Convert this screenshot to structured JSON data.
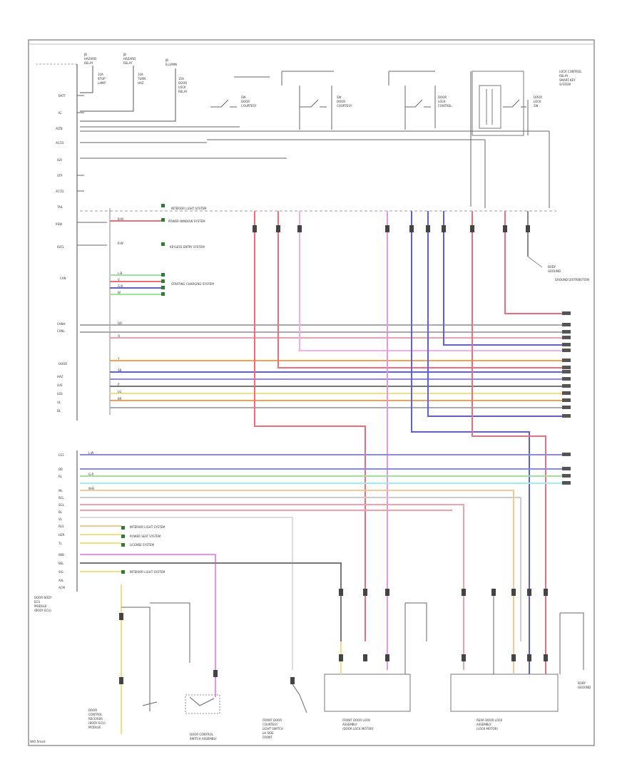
{
  "corner_label": "W/O Smart",
  "top_connectors": [
    {
      "lines": [
        "JB",
        "HAZARD",
        "RELAY"
      ]
    },
    {
      "lines": [
        "JB",
        "HAZARD",
        "RELAY"
      ]
    },
    {
      "lines": [
        "JB",
        "ILLUMIN"
      ]
    }
  ],
  "fuse_labels": [
    {
      "lines": [
        "10A",
        "STOP",
        "LAMP"
      ]
    },
    {
      "lines": [
        "10A",
        "TURN",
        "HAZ"
      ]
    },
    {
      "lines": [
        "15A",
        "DOOR",
        "LOCK",
        "RELAY"
      ]
    }
  ],
  "switch_labels": [
    {
      "lines": [
        "SW",
        "DOOR",
        "COURTESY"
      ]
    },
    {
      "lines": [
        "SW",
        "DOOR",
        "COURTESY"
      ]
    },
    {
      "lines": [
        "DOOR",
        "LOCK",
        "CONTROL"
      ]
    },
    {
      "lines": [
        "DOOR",
        "LOCK",
        "SW"
      ]
    }
  ],
  "top_right_label": [
    "LOCK CONTROL",
    "RELAY",
    "SMART KEY",
    "SYSTEM"
  ],
  "left_pins": [
    "BATT",
    "IG",
    "ALTB",
    "ACCD",
    "IGR",
    "STP",
    "ACCD",
    "TAIL",
    "KSW",
    "IGR1",
    "CAN",
    "CANH",
    "CANL",
    "DOOR",
    "HAZ",
    "LUS",
    "LDS",
    "UL",
    "DL"
  ],
  "left_pins_lower": [
    "LG1",
    "DR",
    "RL",
    "ML",
    "RCL",
    "SGL",
    "BL",
    "VL",
    "RLS",
    "HZR",
    "TL",
    "WIB",
    "BEL",
    "SIG",
    "AVL",
    "ACM"
  ],
  "system_notes": [
    "INTERIOR LIGHT SYSTEM",
    "POWER WINDOW SYSTEM",
    "KEYLESS ENTRY SYSTEM",
    "STARTING CHARGING SYSTEM",
    "INTERIOR LIGHT SYSTEM",
    "POWER SEAT SYSTEM",
    "LICENSE SYSTEM",
    "INTERIOR LIGHT SYSTEM",
    "GROUND DISTRIBUTION"
  ],
  "wire_codes": [
    "B-W",
    "R-W",
    "L-B",
    "V",
    "G-B",
    "W",
    "GR",
    "O",
    "Y",
    "SB",
    "P",
    "LG",
    "BR",
    "L-W",
    "G-R",
    "W-B"
  ],
  "right_ground_label": [
    "BODY",
    "GROUND"
  ],
  "bottom_labels": {
    "left_module": [
      "DOOR",
      "CONTROL",
      "RECEIVER",
      "(BODY ECU)",
      "MODULE"
    ],
    "door_switch": [
      "DOOR CONTROL",
      "SWITCH ASSEMBLY"
    ],
    "front_door_lamp": [
      "FRONT DOOR",
      "COURTESY",
      "LIGHT SWITCH",
      "LH SIDE",
      "FRONT"
    ],
    "front_door_lock": [
      "FRONT DOOR LOCK",
      "ASSEMBLY",
      "(DOOR LOCK MOTOR)"
    ],
    "rear_door_lock": [
      "REAR DOOR LOCK",
      "ASSEMBLY",
      "(LOCK MOTOR)"
    ],
    "body_ground": [
      "BODY",
      "GROUND"
    ],
    "left_side_label": [
      "DOOR BODY",
      "ECU",
      "MODULE",
      "(BODY ECU)"
    ]
  },
  "colors": {
    "red": "#f06c78",
    "pink": "#f08ff0",
    "blue": "#5c5cf0",
    "orange": "#f5a050",
    "gray": "#8c8c8c",
    "dark": "#555555",
    "yellow": "#f2e080",
    "green": "#9de29d",
    "cyan": "#9deeee"
  }
}
